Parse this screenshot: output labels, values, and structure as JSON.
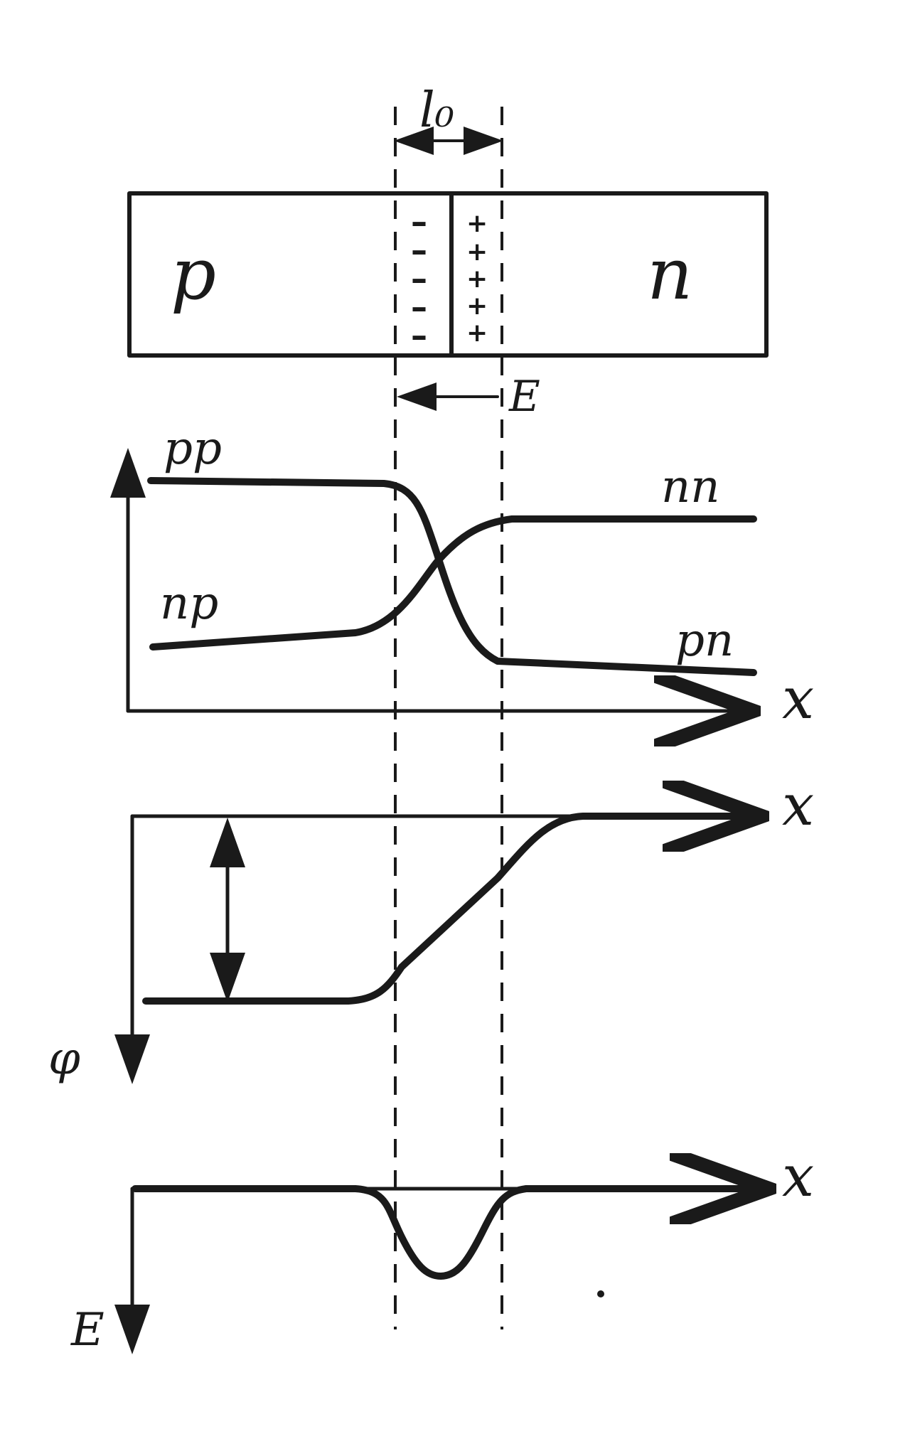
{
  "labels": {
    "width_label": "l₀",
    "region_p": "p",
    "region_n": "n",
    "field_label": "E",
    "pp": "pp",
    "nn": "nn",
    "np": "np",
    "pn": "pn",
    "x_axis_1": "x",
    "x_axis_2": "x",
    "x_axis_3": "x",
    "phi_axis": "φ",
    "e_axis": "E"
  },
  "charges": {
    "negative": [
      "–",
      "–",
      "–",
      "–",
      "–"
    ],
    "positive": [
      "+",
      "+",
      "+",
      "+",
      "+"
    ]
  }
}
